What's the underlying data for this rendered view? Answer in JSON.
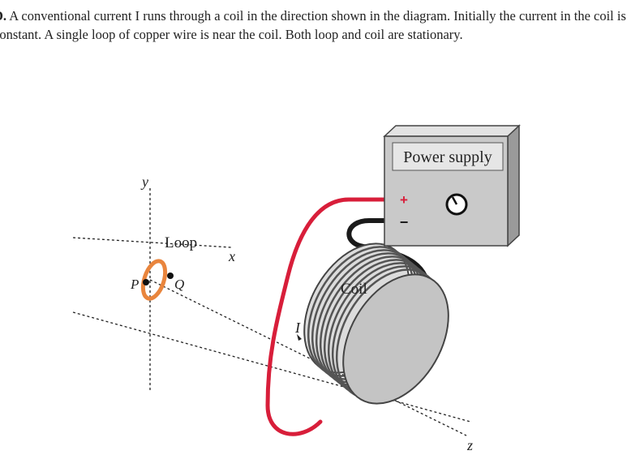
{
  "question": {
    "part_label": "D.",
    "text": "A conventional current I runs through a coil in the direction shown in the diagram. Initially the current in the coil is constant. A single loop of copper wire is near the coil. Both loop and coil are stationary."
  },
  "figure": {
    "power_supply_label": "Power supply",
    "plus_sign": "+",
    "minus_sign": "−",
    "loop_label": "Loop",
    "coil_label": "Coil",
    "axis_x": "x",
    "axis_y": "y",
    "axis_z": "z",
    "point_p": "P",
    "point_q": "Q",
    "current_label": "I"
  },
  "colors": {
    "red_wire": "#d81e3a",
    "black_wire": "#1a1a1a",
    "loop": "#e9853d",
    "power_box_front": "#c9c9c9",
    "power_box_top": "#e3e3e3",
    "power_box_side": "#9a9a9a",
    "coil_face": "#bfbfbf",
    "coil_wire": "#555555"
  }
}
